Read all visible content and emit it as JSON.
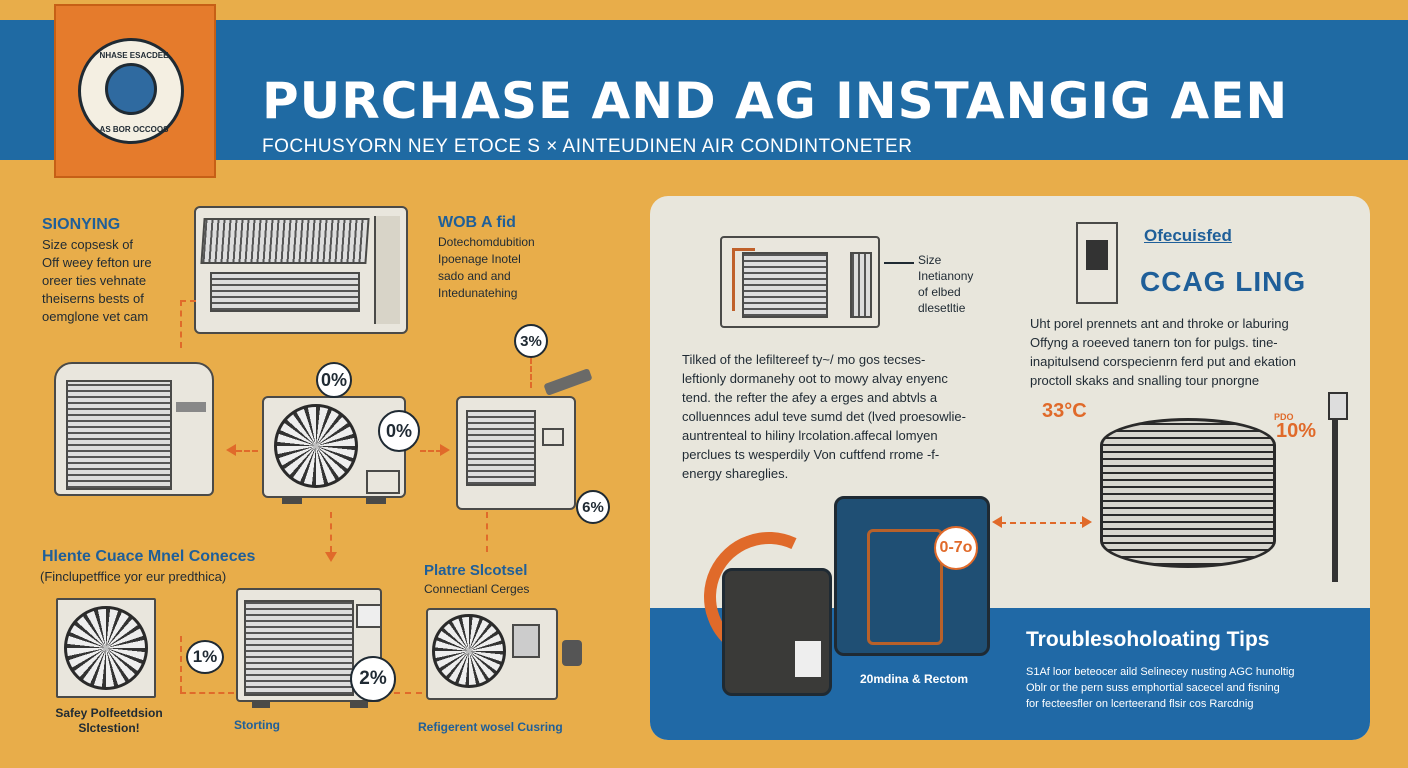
{
  "header": {
    "title": "PURCHASE AND AG INSTANGIG AEN",
    "subtitle": "FOCHUSYORN NEY ETOCE S × AINTEUDINEN AIR CONDINTONETER",
    "logo_top": "NHASE ESACDEE",
    "logo_bottom": "AS BOR OCCOOS"
  },
  "left": {
    "sizing_heading": "SIONYING",
    "sizing_lines": [
      "Size copsesk of",
      "Off weey fefton ure",
      "oreer ties vehnate",
      "theiserns bests of",
      "oemglone vet cam"
    ],
    "wall_heading": "WOB A fid",
    "wall_lines": [
      "Dotechomdubition",
      "Ipoenage Inotel",
      "sado and and",
      "Intedunatehing"
    ],
    "badges": [
      "0%",
      "0%",
      "3%",
      "6%",
      "1%",
      "2%"
    ],
    "connect_heading": "Hlente Cuace Mnel Coneces",
    "connect_sub": "(Finclupetffice yor eur predthica)",
    "plate_heading": "Platre Slcotsel",
    "plate_sub": "Connectianl Cerges",
    "caption_safety_1": "Safey Polfeetdsion",
    "caption_safety_2": "Slctestion!",
    "caption_starting": "Storting",
    "caption_refrigerant": "Refigerent wosel Cusring"
  },
  "right": {
    "size_label_lines": [
      "Size",
      "Inetianony",
      "of elbed",
      "dlesetltie"
    ],
    "focus_heading": "Ofecuisfed",
    "cool_heading": "CCAG LING",
    "cool_lines": [
      "Uht porel prennets ant and throke or laburing",
      "Offyng a roeeved tanern ton for pulgs. tine-",
      "inapitulsend corspecienrn ferd put and ekation",
      "proctoll skaks and snalling tour pnorgne"
    ],
    "para_lines": [
      "Tilked of the lefiltereef ty~/ mo gos tecses-",
      "leftionly dormanehy oot to mowy alvay enyenc",
      "tend. the refter the afey a erges and abtvls a",
      "colluennces adul teve sumd det (lved proesowlie-",
      "auntrenteal to hiliny lrcolation.affecal lomyen",
      "perclues ts wesperdily Von cuftfend rrome -f-",
      "energy shareglies."
    ],
    "readout_temp": "33°C",
    "readout_pct": "10%",
    "readout_pct_small": "PDO",
    "badge_07": "0-7o",
    "caption_unit": "20mdina & Rectom",
    "tips_heading": "Troublesoholoating Tips",
    "tips_lines": [
      "S1Af loor beteocer aild Selinecey nusting AGC hunoltig",
      "Oblr or the pern suss emphortial sacecel and fisning",
      "for fecteesfler on lcerteerand flsir cos Rarcdnig"
    ]
  },
  "colors": {
    "bg": "#e8ad4a",
    "header_blue": "#1f6aa3",
    "accent_orange": "#e57b2c",
    "text_blue": "#1f5f99"
  }
}
